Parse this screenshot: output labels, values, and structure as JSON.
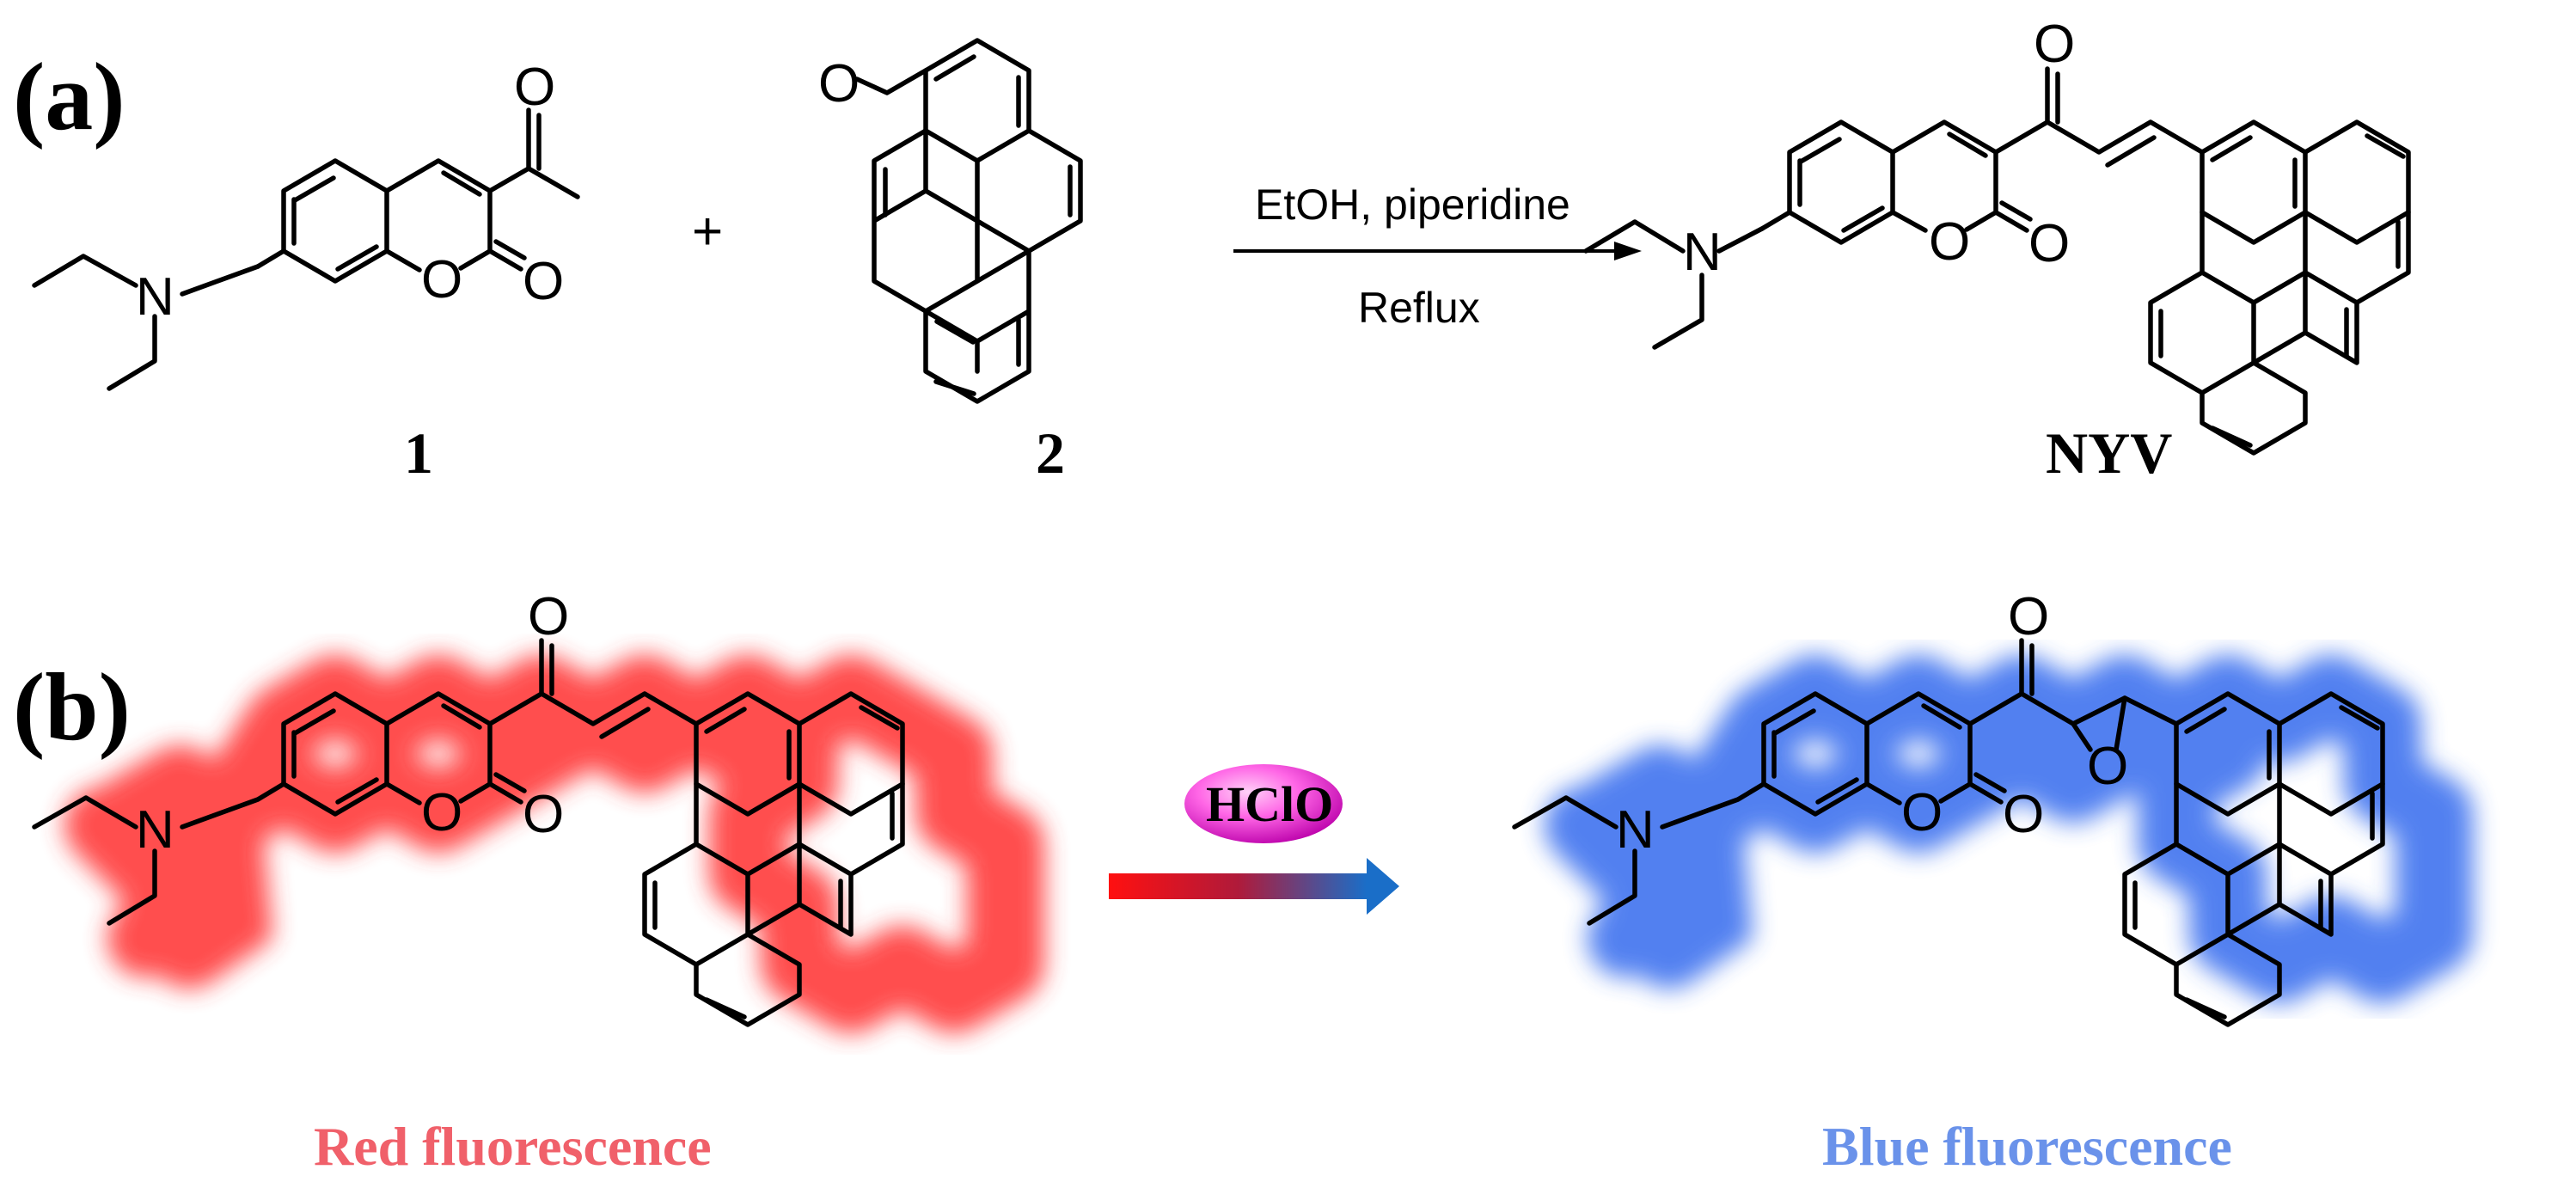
{
  "panels": {
    "a": "(a)",
    "b": "(b)"
  },
  "reaction_a": {
    "plus": "+",
    "compound1_label": "1",
    "compound2_label": "2",
    "product_label": "NYV",
    "condition_top": "EtOH, piperidine",
    "condition_bottom": "Reflux"
  },
  "reaction_b": {
    "reagent": "HClO",
    "left_caption": "Red fluorescence",
    "right_caption": "Blue fluorescence"
  },
  "atoms": {
    "nitrogen": "N",
    "oxygen": "O"
  },
  "colors": {
    "red_glow": "#ff3b3b",
    "red_text": "#f0606a",
    "blue_glow": "#3f73ef",
    "blue_text": "#6a92ea",
    "badge_start": "#ff66e6",
    "badge_end": "#bb00aa",
    "arrow_start": "#ff1010",
    "arrow_end": "#1a6ec8"
  }
}
